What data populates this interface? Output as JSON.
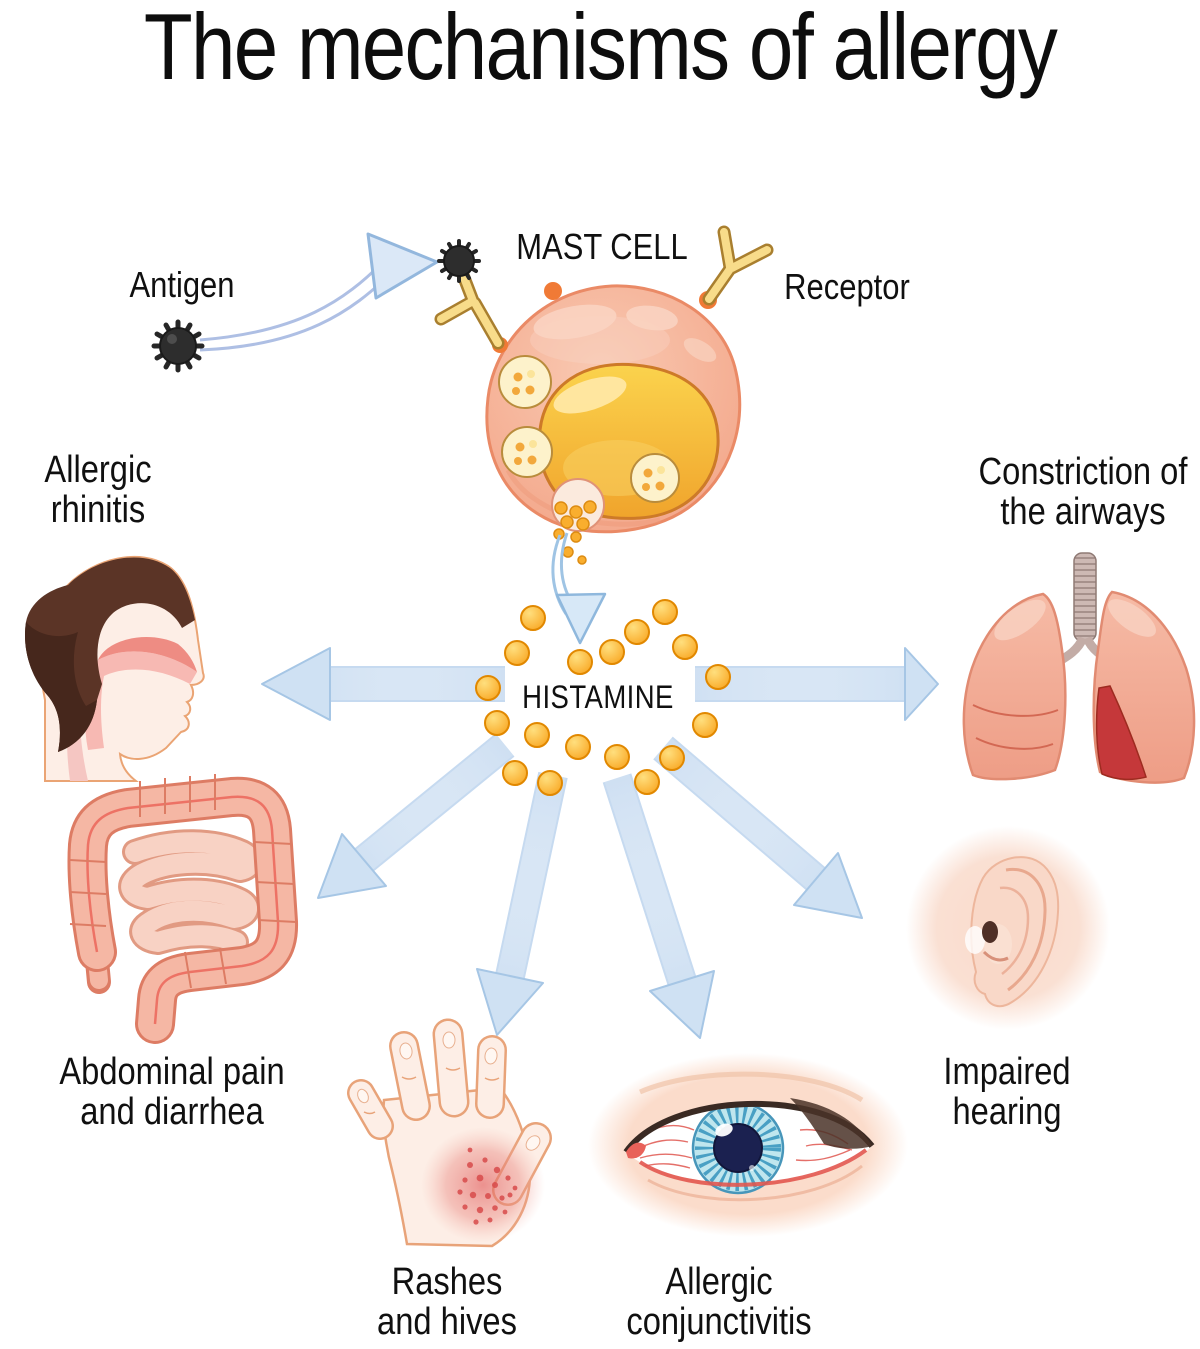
{
  "title": "The mechanisms of allergy",
  "mast_cell_section": {
    "antigen_label": "Antigen",
    "mast_cell_label": "MAST CELL",
    "receptor_label": "Receptor"
  },
  "mediator": {
    "histamine_label": "HISTAMINE"
  },
  "effects": [
    {
      "id": "allergic-rhinitis",
      "line1": "Allergic",
      "line2": "rhinitis",
      "organ": "head-nasal-cavity"
    },
    {
      "id": "constriction-of-the-airways",
      "line1": "Constriction of",
      "line2": "the airways",
      "organ": "lungs"
    },
    {
      "id": "abdominal-pain-and-diarrhea",
      "line1": "Abdominal pain",
      "line2": "and diarrhea",
      "organ": "intestines"
    },
    {
      "id": "rashes-and-hives",
      "line1": "Rashes",
      "line2": "and hives",
      "organ": "hand"
    },
    {
      "id": "allergic-conjunctivitis",
      "line1": "Allergic",
      "line2": "conjunctivitis",
      "organ": "eye"
    },
    {
      "id": "impaired-hearing",
      "line1": "Impaired",
      "line2": "hearing",
      "organ": "ear"
    }
  ],
  "colors": {
    "arrow_fill": "#cfe1f3",
    "arrow_stroke": "#a6c6e5",
    "histamine_granule": "#f9a825",
    "histamine_granule_edge": "#e18800",
    "mast_cell_body": "#f3a588",
    "mast_cell_outline": "#ea8a66",
    "nucleus": "#f0a42c",
    "antigen_black": "#2d2d2d",
    "receptor_yellow": "#f8dc8a",
    "skin": "#fdeee6",
    "hair_brown": "#5b3426",
    "inflamed_red": "#c5383a",
    "rash_red": "#d84b4b"
  }
}
